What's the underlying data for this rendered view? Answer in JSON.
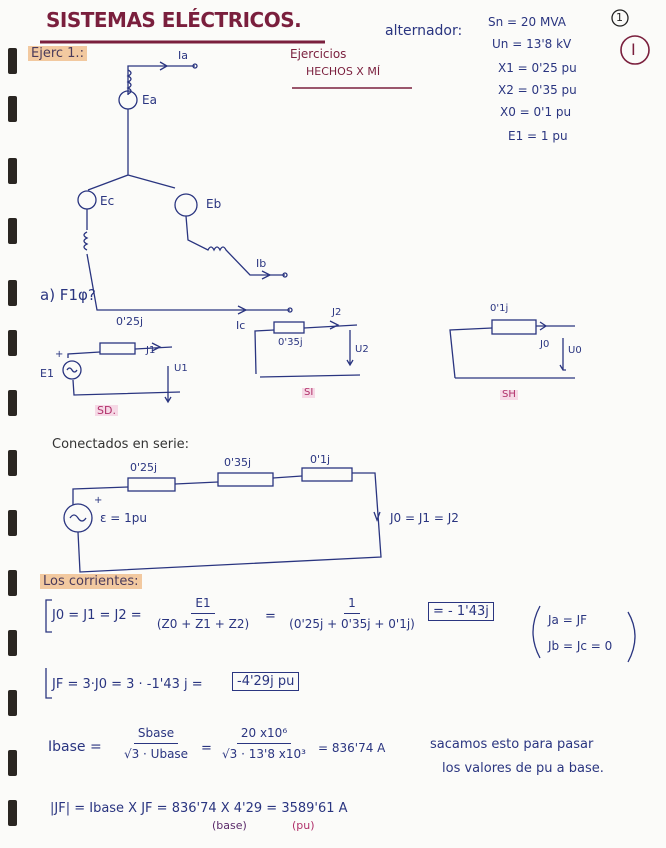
{
  "header": {
    "title": "SISTEMAS ELÉCTRICOS.",
    "page_number": "1",
    "section_mark": "I",
    "exercise_label": "Ejerc 1.:",
    "note": [
      "Ejercicios",
      "HECHOS X MÍ"
    ]
  },
  "alternator": {
    "label": "alternador:",
    "values": [
      "Sn = 20 MVA",
      "Un = 13'8 kV",
      "X1 = 0'25 pu",
      "X2 = 0'35 pu",
      "X0 = 0'1 pu",
      "E1 = 1 pu"
    ]
  },
  "star_circuit": {
    "ia": "Ia",
    "ib": "Ib",
    "ic": "Ic",
    "ea": "Ea",
    "eb": "Eb",
    "ec": "Ec"
  },
  "question": "a) F1φ?",
  "sequence_networks": {
    "sd": {
      "label": "SD.",
      "impedance": "0'25j",
      "current": "J1",
      "voltage": "U1",
      "source": "E1",
      "plus": "+"
    },
    "si": {
      "label": "SI",
      "impedance": "0'35j",
      "current": "J2",
      "voltage": "U2"
    },
    "sh": {
      "label": "SH",
      "impedance": "0'1j",
      "current": "J0",
      "voltage": "U0"
    }
  },
  "series": {
    "heading": "Conectados en serie:",
    "impedances": [
      "0'25j",
      "0'35j",
      "0'1j"
    ],
    "source": "ε = 1pu",
    "plus": "+",
    "current": "J0 = J1 = J2"
  },
  "currents": {
    "heading": "Los corrientes:",
    "eq1_lhs": "J0 = J1 = J2 =",
    "eq1_num1": "E1",
    "eq1_den1": "(Z0 + Z1 + Z2)",
    "eq1_num2": "1",
    "eq1_den2": "(0'25j + 0'35j + 0'1j)",
    "eq1_result": "= - 1'43j",
    "phase_a": "Ja = JF",
    "phase_bc": "Jb = Jc = 0",
    "eq2": "JF = 3·J0 = 3 · -1'43 j =",
    "eq2_result": "-4'29j pu",
    "ibase_lhs": "Ibase =",
    "ibase_num1": "Sbase",
    "ibase_den1": "√3 · Ubase",
    "ibase_num2": "20 x10⁶",
    "ibase_den2": "√3 · 13'8 x10³",
    "ibase_result": "= 836'74 A",
    "ibase_note": [
      "sacamos esto para pasar",
      "los valores de pu a base."
    ],
    "final": "|JF| = Ibase X JF = 836'74 X 4'29 = 3589'61 A",
    "final_base": "(base)",
    "final_pu": "(pu)"
  },
  "colors": {
    "ink": "#2a3580",
    "title": "#7a1f3d",
    "highlight": "#f2c9a0",
    "pink": "#b0306a"
  }
}
